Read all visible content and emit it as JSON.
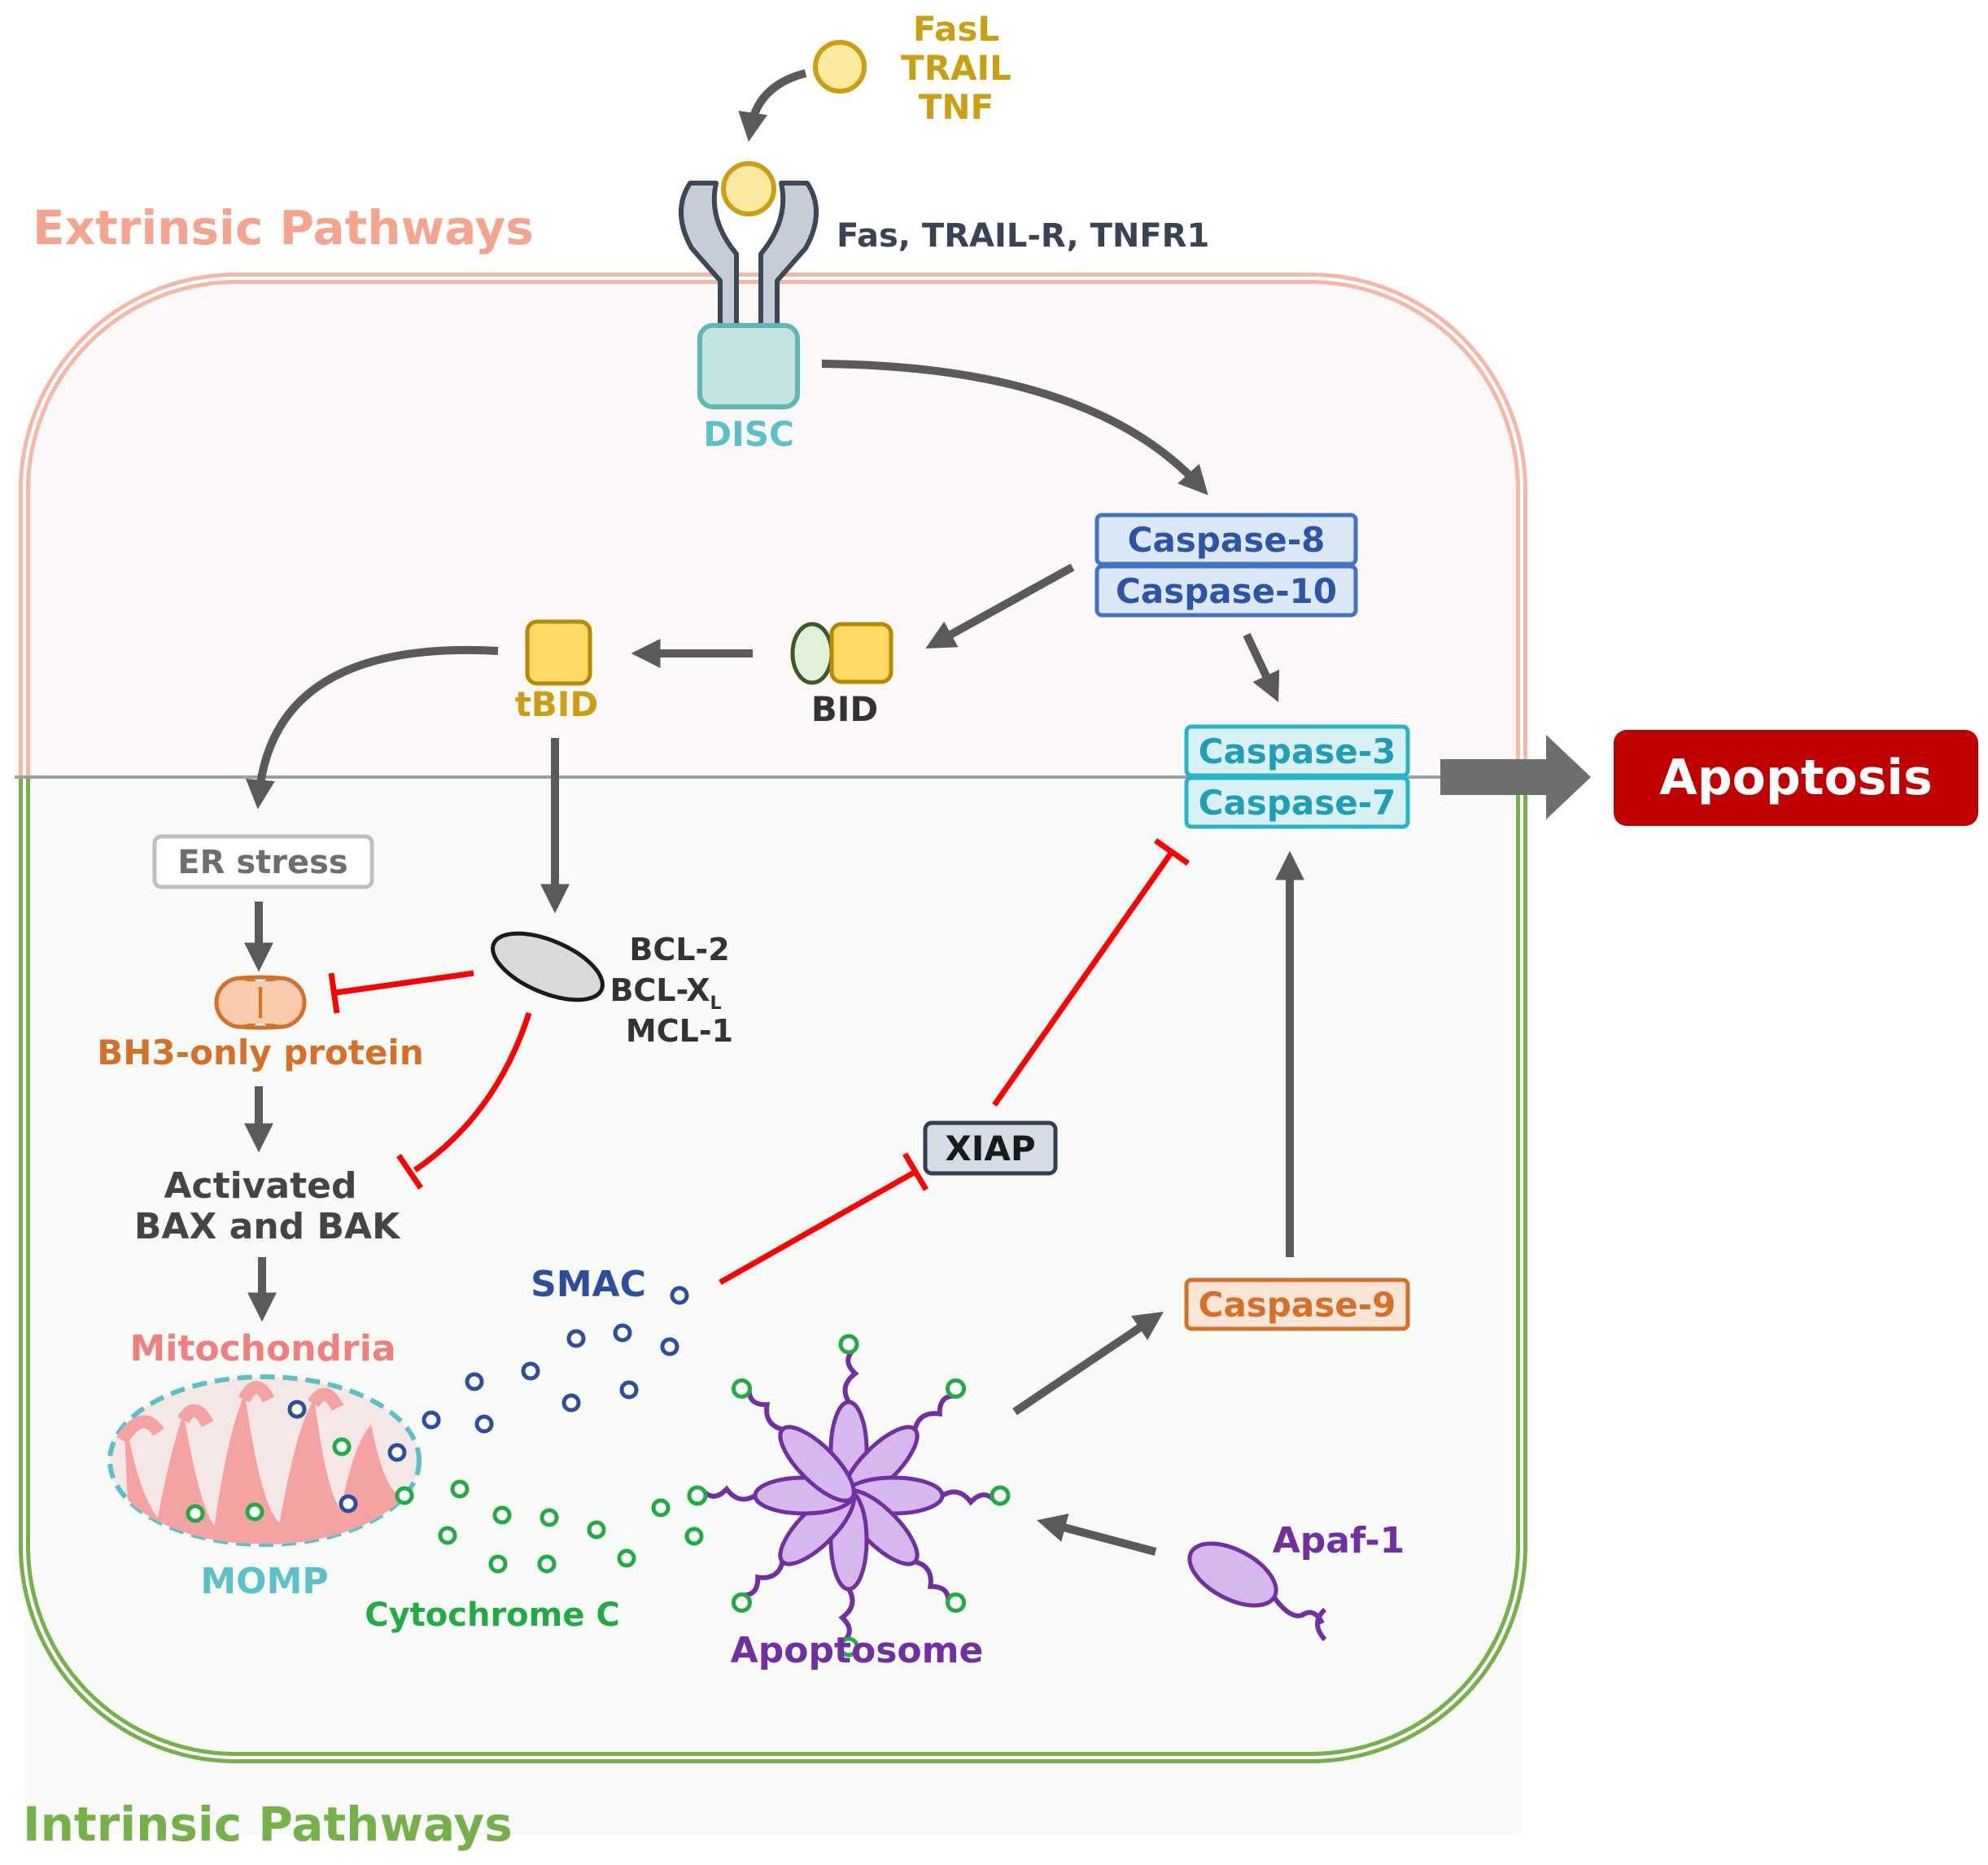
{
  "sections": {
    "extrinsic": "Extrinsic Pathways",
    "intrinsic": "Intrinsic Pathways"
  },
  "ligands": [
    "FasL",
    "TRAIL",
    "TNF"
  ],
  "receptors": "Fas, TRAIL-R, TNFR1",
  "disc": "DISC",
  "caspase8": "Caspase-8",
  "caspase10": "Caspase-10",
  "caspase3": "Caspase-3",
  "caspase7": "Caspase-7",
  "caspase9": "Caspase-9",
  "apoptosis": "Apoptosis",
  "bid": "BID",
  "tbid": "tBID",
  "er_stress": "ER stress",
  "bh3": "BH3-only protein",
  "bcl2_family": {
    "bcl2": "BCL-2",
    "bclxl_main": "BCL-X",
    "bclxl_sub": "L",
    "mcl1": "MCL-1"
  },
  "bax_bak": [
    "Activated",
    "BAX and BAK"
  ],
  "mitochondria": "Mitochondria",
  "momp": "MOMP",
  "smac": "SMAC",
  "cytochrome_c": "Cytochrome C",
  "xiap": "XIAP",
  "apoptosome": "Apoptosome",
  "apaf1": "Apaf-1",
  "colors": {
    "extrinsic": "#f4a58f",
    "intrinsic": "#76b04b",
    "ligand": "#c9a013",
    "caspase_blue": "#4472c4",
    "caspase_cyan": "#27b4c8",
    "caspase9": "#d4702a",
    "apoptosis_red": "#c00000",
    "inhibit_red": "#ff0000",
    "arrow_gray": "#5a5a5a",
    "bh3": "#d4702a",
    "mito": "#f08080",
    "momp": "#5bc0c8",
    "smac": "#2e4e9c",
    "cyto": "#22aa44",
    "apo_purple": "#7030a0"
  }
}
